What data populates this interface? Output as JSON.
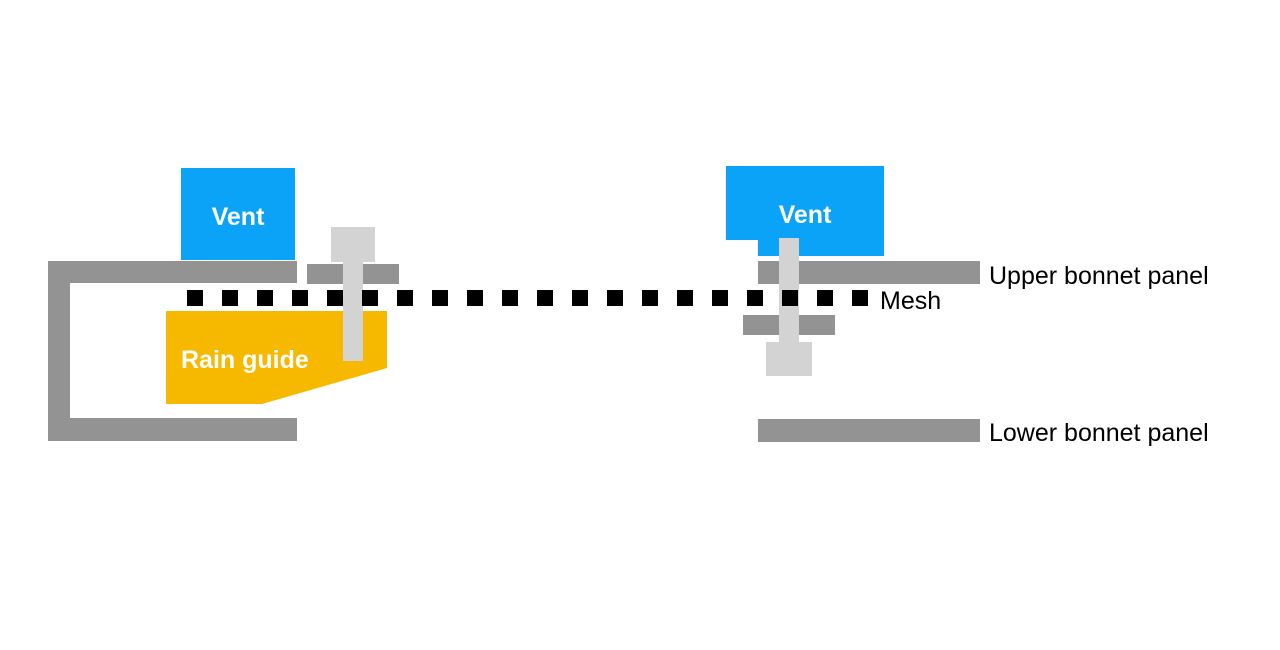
{
  "left_assembly": {
    "vent_label": "Vent",
    "rain_guide_label": "Rain guide"
  },
  "right_assembly": {
    "vent_label": "Vent"
  },
  "labels": {
    "upper_panel": "Upper bonnet panel",
    "mesh": "Mesh",
    "lower_panel": "Lower bonnet panel"
  },
  "colors": {
    "panel": "#939393",
    "vent": "#0aa3f7",
    "rain_guide": "#f7b800",
    "bolt": "#d3d3d3",
    "mesh": "#000000"
  }
}
